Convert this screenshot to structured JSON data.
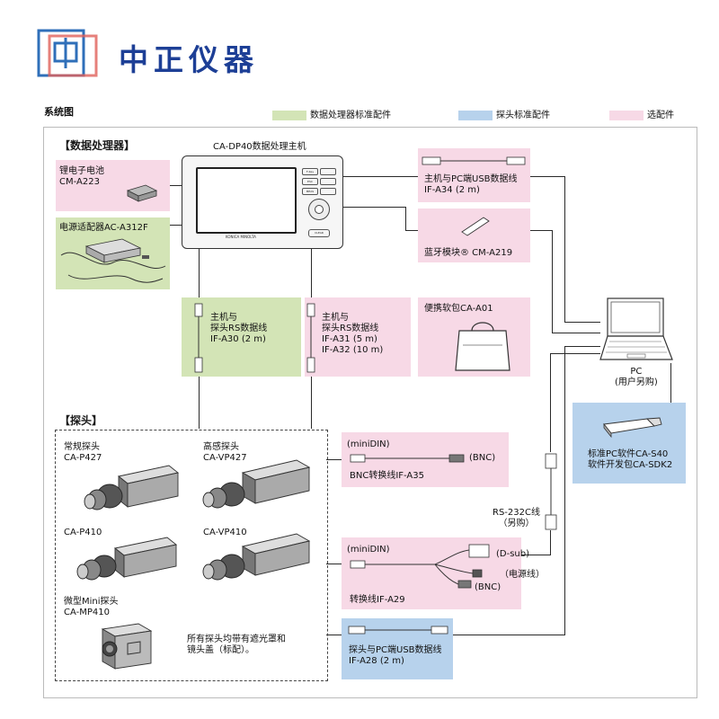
{
  "brand": {
    "name": "中正仪器"
  },
  "title": "系统图",
  "legend": [
    {
      "label": "数据处理器标准配件",
      "color": "#d3e4b6"
    },
    {
      "label": "探头标准配件",
      "color": "#b7d2ec"
    },
    {
      "label": "选配件",
      "color": "#f7d9e6"
    }
  ],
  "sections": {
    "processor": "【数据处理器】",
    "probes": "【探头】"
  },
  "main_unit": {
    "label": "CA-DP40数据处理主机",
    "maker": "KONICA MINOLTA"
  },
  "items": {
    "battery": "锂电子电池\nCM-A223",
    "adapter": "电源适配器AC-A312F",
    "usb_cable": "主机与PC端USB数据线\nIF-A34 (2 m)",
    "bluetooth": "蓝牙模块® CM-A219",
    "rs_cable_std": "主机与\n探头RS数据线\nIF-A30 (2 m)",
    "rs_cable_opt": "主机与\n探头RS数据线\nIF-A31 (5 m)\nIF-A32 (10 m)",
    "soft_case": "便携软包CA-A01",
    "pc": "PC\n(用户另购)",
    "software": "标准PC软件CA-S40\n软件开发包CA-SDK2",
    "bnc_cable_left": "(miniDIN)",
    "bnc_cable_right": "(BNC)",
    "bnc_cable_name": "BNC转换线IF-A35",
    "rs232c": "RS-232C线\n（另购）",
    "a29_left": "(miniDIN)",
    "a29_dsub": "(D-sub)",
    "a29_power": "（电源线）",
    "a29_bnc": "(BNC)",
    "a29_name": "转换线IF-A29",
    "probe_usb": "探头与PC端USB数据线\nIF-A28 (2 m)"
  },
  "probes": [
    {
      "label": "常规探头\nCA-P427"
    },
    {
      "label": "高感探头\nCA-VP427"
    },
    {
      "label": "CA-P410"
    },
    {
      "label": "CA-VP410"
    },
    {
      "label": "微型Mini探头\nCA-MP410"
    }
  ],
  "probe_note": "所有探头均带有遮光罩和\n镜头盖（标配）。",
  "device_keys": [
    "F-Key",
    "ESC",
    "MEAS",
    "CLEAR"
  ]
}
